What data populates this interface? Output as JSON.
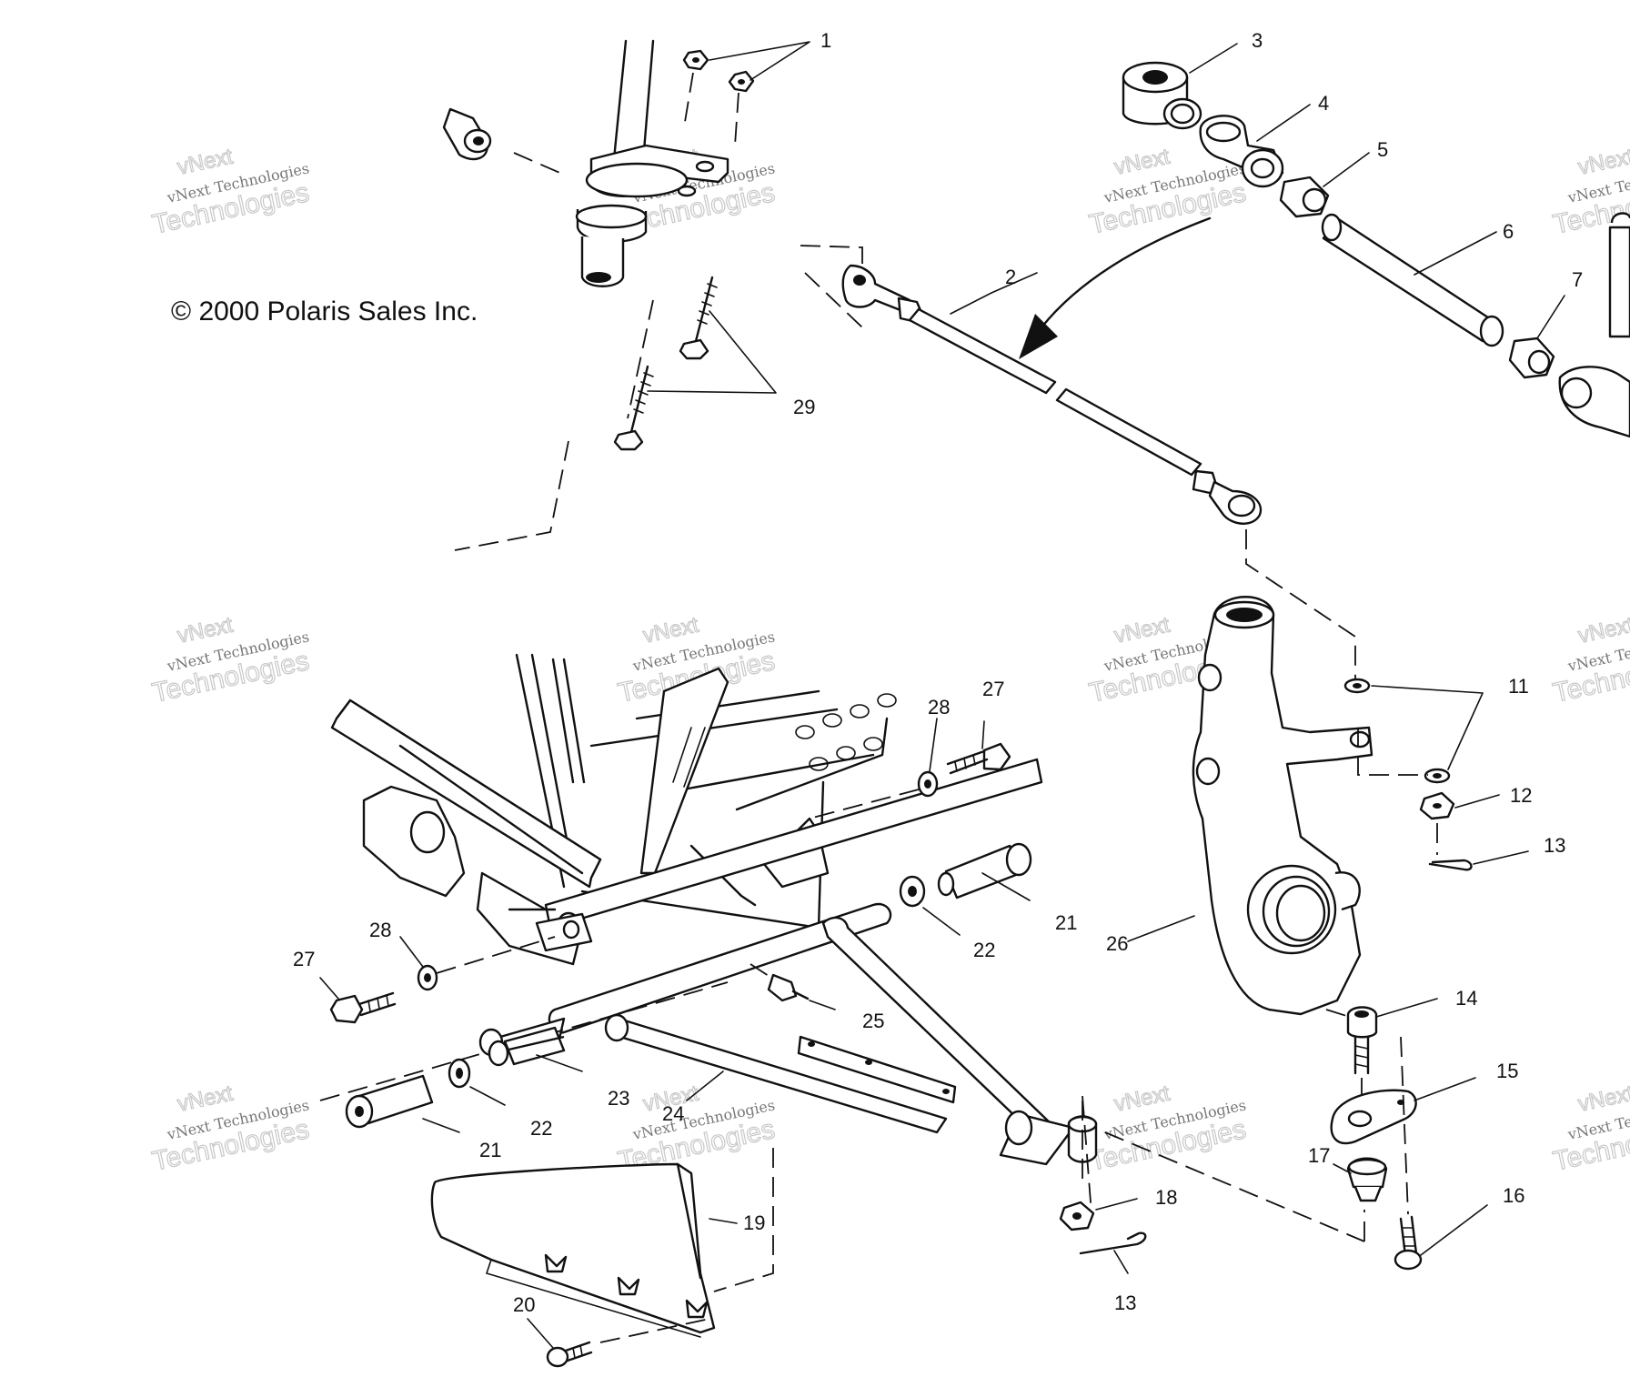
{
  "copyright": "© 2000 Polaris Sales Inc.",
  "watermark": {
    "line1": "vNext Technologies",
    "line2": "Technologies",
    "line3": "vNext"
  },
  "callouts": {
    "c1": "1",
    "c2": "2",
    "c3": "3",
    "c4": "4",
    "c5": "5",
    "c6": "6",
    "c7": "7",
    "c11": "11",
    "c12": "12",
    "c13a": "13",
    "c13b": "13",
    "c14": "14",
    "c15": "15",
    "c16": "16",
    "c17": "17",
    "c18": "18",
    "c19": "19",
    "c20": "20",
    "c21a": "21",
    "c21b": "21",
    "c22a": "22",
    "c22b": "22",
    "c23": "23",
    "c24": "24",
    "c25": "25",
    "c26": "26",
    "c27a": "27",
    "c27b": "27",
    "c28a": "28",
    "c28b": "28",
    "c29": "29"
  },
  "colors": {
    "ink": "#111111",
    "watermark": "#c8c8c8",
    "background": "#ffffff"
  }
}
